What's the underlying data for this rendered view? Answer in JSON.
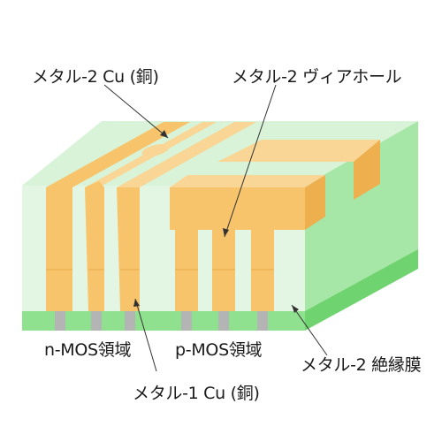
{
  "labels": {
    "metal2_cu": "メタル-2 Cu (銅)",
    "metal2_via": "メタル-2 ヴィアホール",
    "nmos": "n-MOS領域",
    "pmos": "p-MOS領域",
    "metal2_insulator": "メタル-2 絶縁膜",
    "metal1_cu": "メタル-1 Cu (銅)"
  },
  "colors": {
    "insulator_front": "#e3f6e3",
    "insulator_top": "#d8f3d8",
    "insulator_side": "#a6e6a6",
    "substrate_band": "#7fdc7f",
    "copper_front": "#f7c46c",
    "copper_top": "#f9d695",
    "copper_side": "#eeb04f",
    "contact": "#b4b4b4",
    "leader": "#333333"
  }
}
